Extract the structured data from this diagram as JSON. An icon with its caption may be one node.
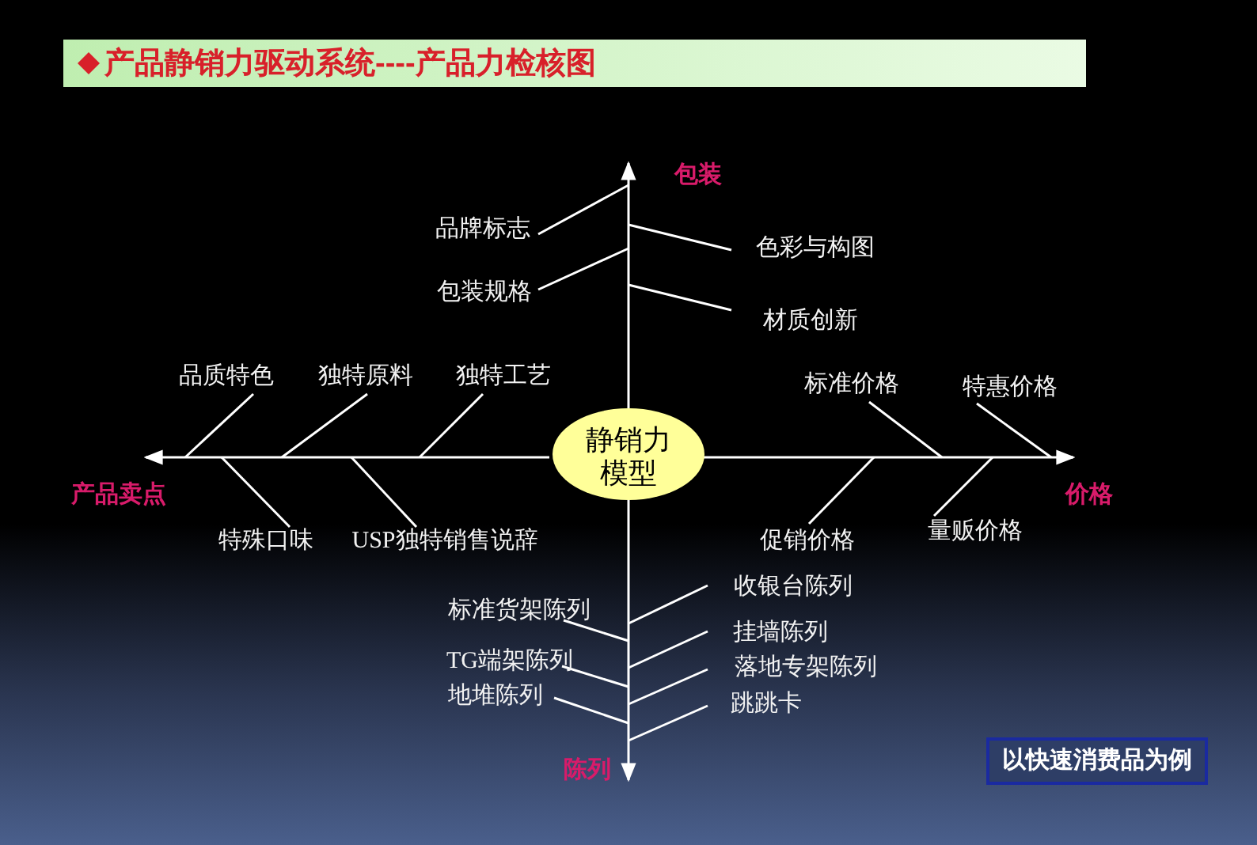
{
  "diagram": {
    "title": "产品静销力驱动系统----产品力检核图",
    "nodes": [
      {
        "text": [
          "包装"
        ]
      },
      {
        "text": [
          "品牌标志"
        ]
      },
      {
        "text": [
          "色彩与构图"
        ]
      },
      {
        "text": [
          "包装规格"
        ]
      },
      {
        "text": [
          "材质创新"
        ]
      },
      {
        "text": [
          "品质特色"
        ]
      },
      {
        "text": [
          "独特原料"
        ]
      },
      {
        "text": [
          "独特工艺"
        ]
      },
      {
        "text": [
          "标准价格"
        ]
      },
      {
        "text": [
          "特惠价格"
        ]
      },
      {
        "text": [
          "产品卖点"
        ]
      },
      {
        "text": [
          "静销力模型"
        ]
      },
      {
        "text": [
          "价格"
        ]
      },
      {
        "text": [
          "特殊口味"
        ]
      },
      {
        "text": [
          "USP独特销售说辞"
        ]
      },
      {
        "text": [
          "促销价格"
        ]
      },
      {
        "text": [
          "量贩价格"
        ]
      },
      {
        "text": [
          "收银台陈列"
        ]
      },
      {
        "text": [
          "标准货架陈列"
        ]
      },
      {
        "text": [
          "挂墙陈列"
        ]
      },
      {
        "text": [
          "TG端架陈列"
        ]
      },
      {
        "text": [
          "落地专架陈列"
        ]
      },
      {
        "text": [
          "地堆陈列"
        ]
      },
      {
        "text": [
          "跳跳卡"
        ]
      },
      {
        "text": [
          "陈列"
        ]
      },
      {
        "text": [
          "以快速消费品为例"
        ]
      }
    ],
    "edges": [
      {
        "from": 11,
        "to": 0,
        "arrow": "to"
      },
      {
        "from": 11,
        "to": 12,
        "arrow": "to"
      },
      {
        "from": 11,
        "to": 24,
        "arrow": "to"
      },
      {
        "from": 11,
        "to": 10,
        "arrow": "to"
      },
      {
        "from": 1,
        "to": null,
        "arrow": "none"
      },
      {
        "from": 2,
        "to": null,
        "arrow": "none"
      },
      {
        "from": 3,
        "to": null,
        "arrow": "none"
      },
      {
        "from": 4,
        "to": null,
        "arrow": "none"
      },
      {
        "from": 5,
        "to": 10,
        "arrow": "none"
      },
      {
        "from": 6,
        "to": null,
        "arrow": "none"
      },
      {
        "from": 7,
        "to": null,
        "arrow": "none"
      },
      {
        "from": 8,
        "to": null,
        "arrow": "none"
      },
      {
        "from": 9,
        "to": 12,
        "arrow": "none"
      },
      {
        "from": 13,
        "to": null,
        "arrow": "none"
      },
      {
        "from": 14,
        "to": null,
        "arrow": "none"
      },
      {
        "from": 15,
        "to": null,
        "arrow": "none"
      },
      {
        "from": 16,
        "to": null,
        "arrow": "none"
      },
      {
        "from": 17,
        "to": null,
        "arrow": "none"
      },
      {
        "from": 18,
        "to": null,
        "arrow": "none"
      },
      {
        "from": 19,
        "to": null,
        "arrow": "none"
      },
      {
        "from": 20,
        "to": null,
        "arrow": "none"
      },
      {
        "from": 21,
        "to": null,
        "arrow": "none"
      },
      {
        "from": 22,
        "to": null,
        "arrow": "none"
      },
      {
        "from": 23,
        "to": 24,
        "arrow": "none"
      }
    ]
  }
}
